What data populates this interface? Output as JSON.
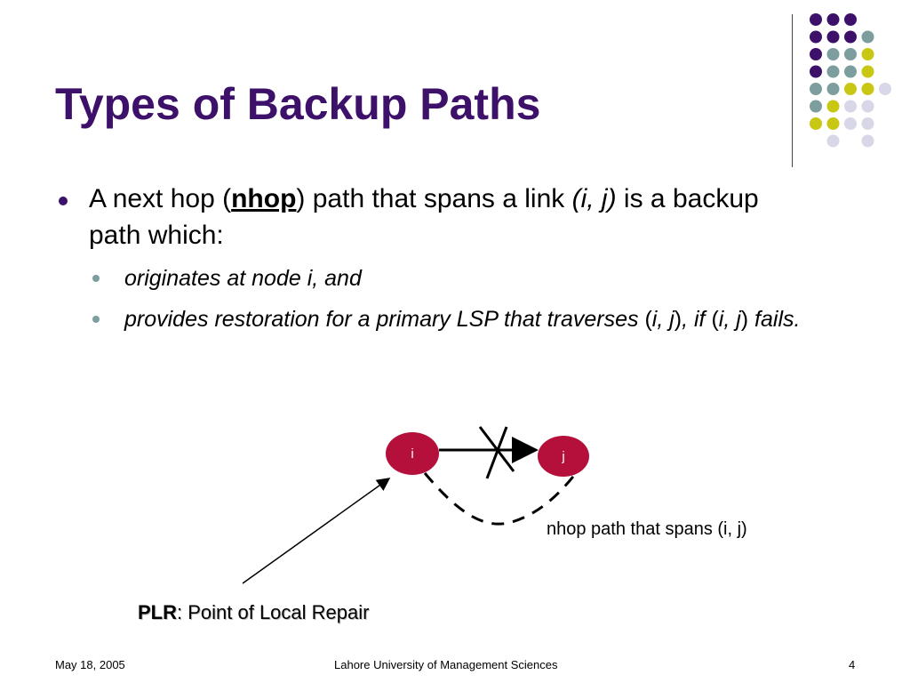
{
  "slide": {
    "title": "Types of Backup Paths",
    "bullet": {
      "prefix": "A next hop (",
      "keyword": "nhop",
      "middle": ") path that spans a link ",
      "link_ref": "(i, j)",
      "suffix": " is a backup path which:"
    },
    "sub_bullets": [
      {
        "text": "originates at node i, and"
      },
      {
        "part1": "provides restoration for a primary LSP that traverses ",
        "open1": "(",
        "ref1": "i, j",
        "close1": ")",
        "part2": ", if ",
        "open2": "(",
        "ref2": "i, j",
        "close2": ")",
        "part3": " fails."
      }
    ]
  },
  "diagram": {
    "node_i": "i",
    "node_j": "j",
    "node_color": "#b5103c",
    "path_caption": "nhop path that spans (i, j)",
    "plr_abbrev": "PLR",
    "plr_text": ": Point of Local Repair"
  },
  "decoration": {
    "purple": "#3d1169",
    "teal": "#7c9e9e",
    "yellow": "#c8c814",
    "lavender": "#d7d7e8"
  },
  "footer": {
    "date": "May 18, 2005",
    "organization": "Lahore University of Management Sciences",
    "page_number": "4"
  }
}
